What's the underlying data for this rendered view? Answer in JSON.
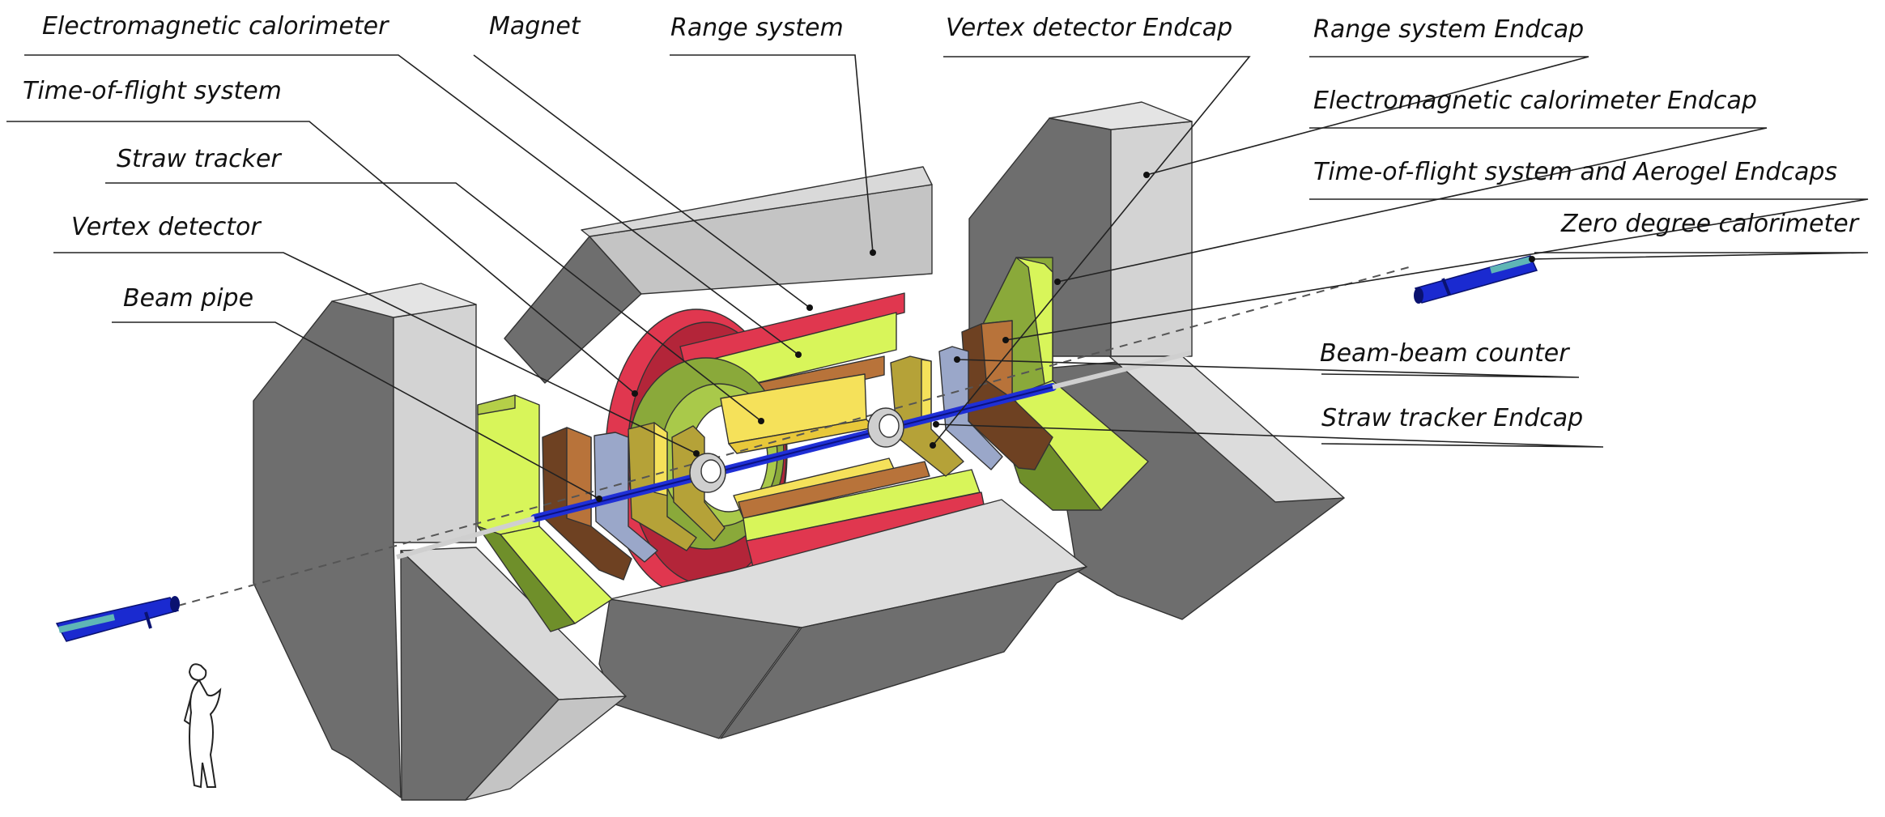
{
  "labels": {
    "ecal": "Electromagnetic calorimeter",
    "magnet": "Magnet",
    "range": "Range system",
    "vtx_endcap": "Vertex detector Endcap",
    "range_endcap": "Range system Endcap",
    "tof": "Time-of-flight system",
    "ecal_endcap": "Electromagnetic calorimeter Endcap",
    "straw": "Straw tracker",
    "tof_aerogel_endcap": "Time-of-flight system and Aerogel Endcaps",
    "vtx": "Vertex detector",
    "zdc": "Zero degree calorimeter",
    "beam_pipe": "Beam pipe",
    "bbc": "Beam-beam counter",
    "straw_endcap": "Straw tracker Endcap"
  },
  "colors": {
    "range_light": "#d9d9d9",
    "range_mid": "#c4c4c4",
    "range_dark": "#6e6e6e",
    "magnet": "#e0374f",
    "ecal_light": "#d8f55a",
    "ecal_dark": "#6f8f2a",
    "tof": "#b8733a",
    "tof_dark": "#6e4122",
    "straw": "#f5e15a",
    "aerogel": "#9aa7c9",
    "vtx_endcap": "#b5a238",
    "beam": "#1f2fd6",
    "zdc": "#1a2ad0"
  }
}
